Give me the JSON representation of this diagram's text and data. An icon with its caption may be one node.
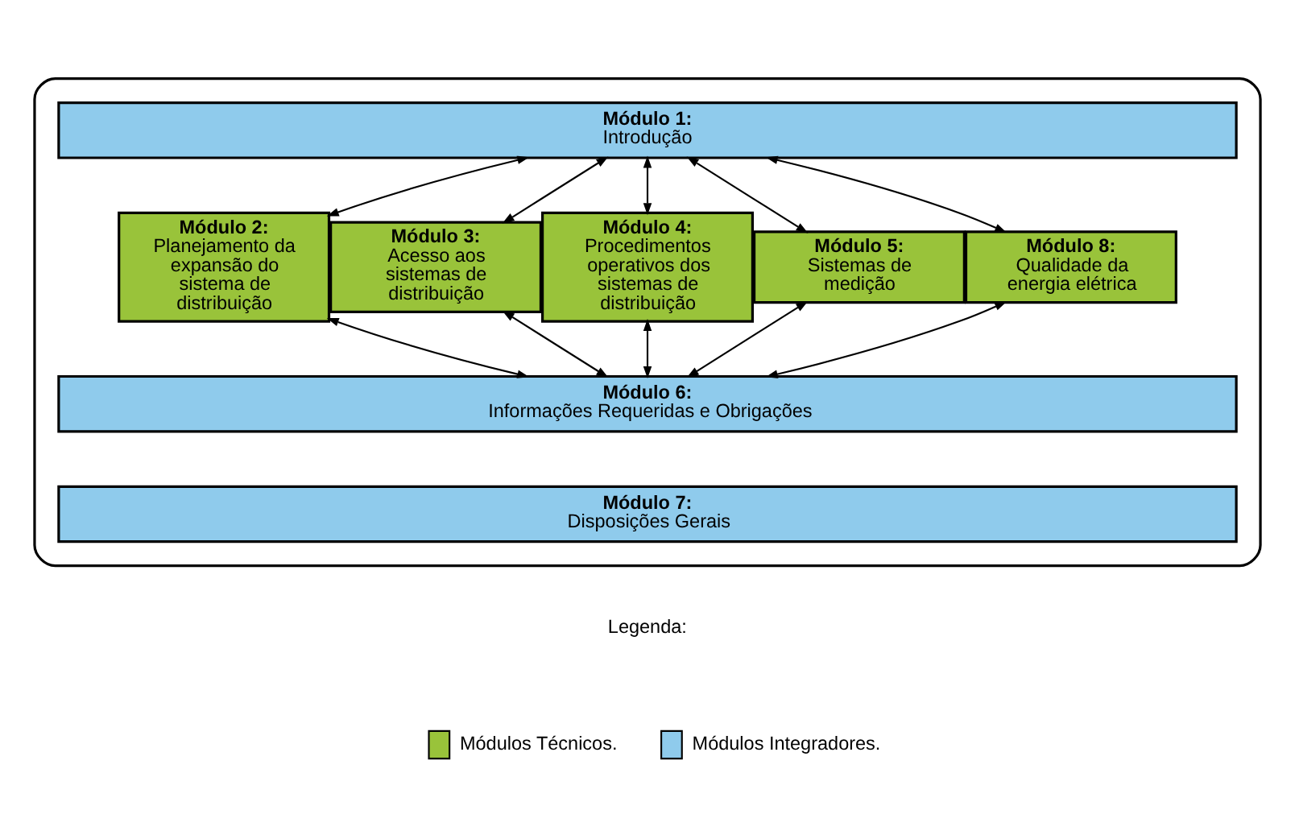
{
  "diagram": {
    "nodes": [
      {
        "text": [],
        "shape": "box"
      },
      {
        "text": [
          "Módulo 1:",
          "Introdução"
        ],
        "in": 0
      },
      {
        "text": [
          "Módulo 2:",
          "Planejamento da expansão do sistema de distribuição"
        ],
        "in": 0
      },
      {
        "text": [
          "Módulo 3:",
          "Acesso aos sistemas de distribuição"
        ],
        "in": 0
      },
      {
        "text": [
          "Módulo 4:",
          "Procedimentos operativos dos sistemas de distribuição"
        ],
        "in": 0
      },
      {
        "text": [
          "Módulo 5:",
          "Sistemas de medição"
        ],
        "in": 0
      },
      {
        "text": [
          "Módulo 8:",
          "Qualidade da energia elétrica"
        ],
        "in": 0
      },
      {
        "text": [
          "Módulo 6:",
          "Informações Requeridas e Obrigações"
        ],
        "in": 0
      },
      {
        "text": [
          "Módulo 7:",
          "Disposições Gerais"
        ],
        "in": 0
      }
    ],
    "edges": [
      {
        "from": 1,
        "to": 2,
        "arrow": "both"
      },
      {
        "from": 1,
        "to": 3,
        "arrow": "both"
      },
      {
        "from": 1,
        "to": 4,
        "arrow": "both"
      },
      {
        "from": 1,
        "to": 5,
        "arrow": "both"
      },
      {
        "from": 1,
        "to": 6,
        "arrow": "both"
      },
      {
        "from": 2,
        "to": 7,
        "arrow": "both"
      },
      {
        "from": 3,
        "to": 7,
        "arrow": "both"
      },
      {
        "from": 4,
        "to": 7,
        "arrow": "both"
      },
      {
        "from": 5,
        "to": 7,
        "arrow": "both"
      },
      {
        "from": 6,
        "to": 7,
        "arrow": "both"
      }
    ],
    "labels": [
      "Legenda:"
    ],
    "legend": [
      {
        "text": "Módulos Técnicos.",
        "color": "#99c33a"
      },
      {
        "text": "Módulos Integradores.",
        "color": "#8fcbec"
      }
    ]
  }
}
